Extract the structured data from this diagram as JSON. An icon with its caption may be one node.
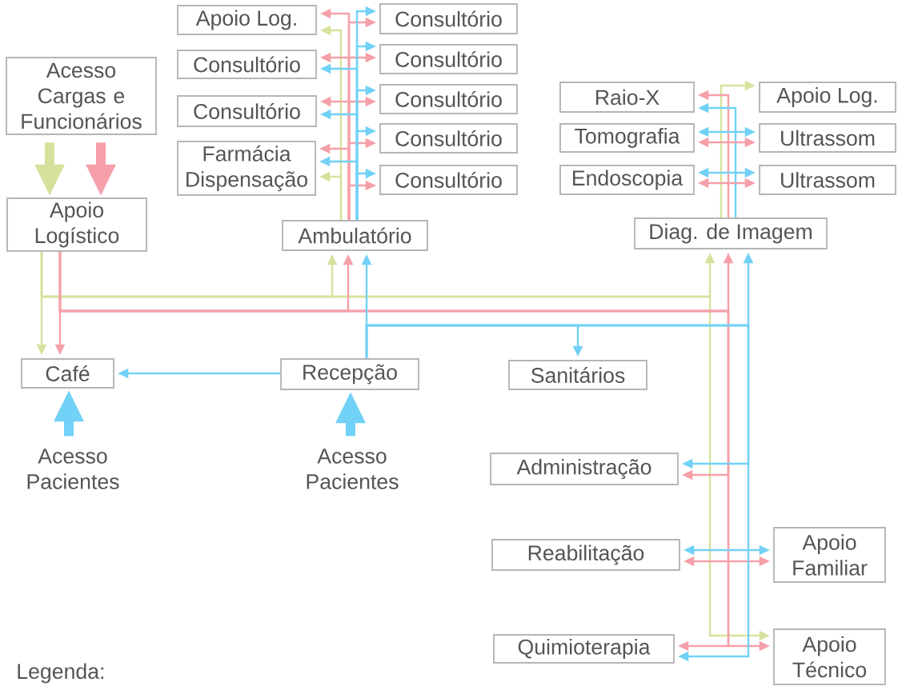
{
  "diagram": {
    "nodes": [
      {
        "text": [
          "Acesso Cargas e Funcionários"
        ]
      },
      {
        "text": [
          "Apoio Logístico"
        ]
      },
      {
        "text": [
          "Café"
        ]
      },
      {
        "text": [
          "Recepção"
        ]
      },
      {
        "text": [
          "Acesso Pacientes"
        ]
      },
      {
        "text": [
          "Acesso Pacientes"
        ]
      },
      {
        "text": [
          "Sanitários"
        ]
      },
      {
        "text": [
          "Ambulatório"
        ]
      },
      {
        "text": [
          "Apoio Log."
        ]
      },
      {
        "text": [
          "Consultório"
        ]
      },
      {
        "text": [
          "Consultório"
        ]
      },
      {
        "text": [
          "Consultório"
        ]
      },
      {
        "text": [
          "Consultório"
        ]
      },
      {
        "text": [
          "Consultório"
        ]
      },
      {
        "text": [
          "Farmácia Dispensação"
        ]
      },
      {
        "text": [
          "Consultório"
        ]
      },
      {
        "text": [
          "Consultório"
        ]
      },
      {
        "text": [
          "Diag. de Imagem"
        ]
      },
      {
        "text": [
          "Raio-X"
        ]
      },
      {
        "text": [
          "Apoio Log."
        ]
      },
      {
        "text": [
          "Tomografia"
        ]
      },
      {
        "text": [
          "Ultrassom"
        ]
      },
      {
        "text": [
          "Endoscopia"
        ]
      },
      {
        "text": [
          "Ultrassom"
        ]
      },
      {
        "text": [
          "Administração"
        ]
      },
      {
        "text": [
          "Reabilitação"
        ]
      },
      {
        "text": [
          "Apoio Familiar"
        ]
      },
      {
        "text": [
          "Quimioterapia"
        ]
      },
      {
        "text": [
          "Apoio Técnico"
        ]
      }
    ],
    "edges": [
      {
        "from": 0,
        "to": 1,
        "arrow": "to",
        "style": "thick",
        "color": "#d6e29c"
      },
      {
        "from": 0,
        "to": 1,
        "arrow": "to",
        "style": "thick",
        "color": "#f5a0a9"
      },
      {
        "from": 4,
        "to": 2,
        "arrow": "to",
        "style": "thick",
        "color": "#72d1f6"
      },
      {
        "from": 5,
        "to": 3,
        "arrow": "to",
        "style": "thick",
        "color": "#72d1f6"
      },
      {
        "from": 3,
        "to": 2,
        "arrow": "to",
        "color": "#72d1f6"
      },
      {
        "from": 1,
        "to": 2,
        "arrow": "to",
        "color": "#d6e29c"
      },
      {
        "from": 1,
        "to": 2,
        "arrow": "to",
        "color": "#f5a0a9"
      },
      {
        "from": 1,
        "to": 7,
        "arrow": "to",
        "color": "#d6e29c"
      },
      {
        "from": 1,
        "to": 17,
        "arrow": "to",
        "color": "#d6e29c"
      },
      {
        "from": 1,
        "to": 28,
        "arrow": "to",
        "color": "#d6e29c"
      },
      {
        "from": 1,
        "to": 7,
        "arrow": "to",
        "color": "#f5a0a9"
      },
      {
        "from": 1,
        "to": 17,
        "arrow": "to",
        "color": "#f5a0a9"
      },
      {
        "from": 1,
        "to": 24,
        "arrow": "to",
        "color": "#f5a0a9"
      },
      {
        "from": 1,
        "to": 27,
        "arrow": "to",
        "color": "#f5a0a9"
      },
      {
        "from": 1,
        "to": 28,
        "arrow": "to",
        "color": "#f5a0a9"
      },
      {
        "from": 25,
        "to": 26,
        "arrow": "both",
        "color": "#72d1f6"
      },
      {
        "from": 25,
        "to": 26,
        "arrow": "both",
        "color": "#f5a0a9"
      },
      {
        "from": 3,
        "to": 7,
        "arrow": "to",
        "color": "#72d1f6"
      },
      {
        "from": 3,
        "to": 6,
        "arrow": "to",
        "color": "#72d1f6"
      },
      {
        "from": 3,
        "to": 17,
        "arrow": "to",
        "color": "#72d1f6"
      },
      {
        "from": 3,
        "to": 24,
        "arrow": "to",
        "color": "#72d1f6"
      },
      {
        "from": 3,
        "to": 27,
        "arrow": "to",
        "color": "#72d1f6"
      },
      {
        "from": 7,
        "to": 8,
        "arrow": "to",
        "color": "#d6e29c"
      },
      {
        "from": 7,
        "to": 14,
        "arrow": "to",
        "color": "#d6e29c"
      },
      {
        "from": 7,
        "to": 8,
        "arrow": "to",
        "color": "#f5a0a9"
      },
      {
        "from": 7,
        "to": 9,
        "arrow": "to",
        "color": "#f5a0a9"
      },
      {
        "from": 7,
        "to": 10,
        "arrow": "to",
        "color": "#f5a0a9"
      },
      {
        "from": 7,
        "to": 11,
        "arrow": "to",
        "color": "#f5a0a9"
      },
      {
        "from": 7,
        "to": 12,
        "arrow": "to",
        "color": "#f5a0a9"
      },
      {
        "from": 7,
        "to": 13,
        "arrow": "to",
        "color": "#f5a0a9"
      },
      {
        "from": 7,
        "to": 14,
        "arrow": "to",
        "color": "#f5a0a9"
      },
      {
        "from": 7,
        "to": 15,
        "arrow": "to",
        "color": "#f5a0a9"
      },
      {
        "from": 7,
        "to": 16,
        "arrow": "to",
        "color": "#f5a0a9"
      },
      {
        "from": 7,
        "to": 9,
        "arrow": "to",
        "color": "#72d1f6"
      },
      {
        "from": 7,
        "to": 10,
        "arrow": "to",
        "color": "#72d1f6"
      },
      {
        "from": 7,
        "to": 11,
        "arrow": "to",
        "color": "#72d1f6"
      },
      {
        "from": 7,
        "to": 12,
        "arrow": "to",
        "color": "#72d1f6"
      },
      {
        "from": 7,
        "to": 13,
        "arrow": "to",
        "color": "#72d1f6"
      },
      {
        "from": 7,
        "to": 14,
        "arrow": "to",
        "color": "#72d1f6"
      },
      {
        "from": 7,
        "to": 15,
        "arrow": "to",
        "color": "#72d1f6"
      },
      {
        "from": 7,
        "to": 16,
        "arrow": "to",
        "color": "#72d1f6"
      },
      {
        "from": 17,
        "to": 19,
        "arrow": "to",
        "color": "#d6e29c"
      },
      {
        "from": 17,
        "to": 18,
        "arrow": "to",
        "color": "#f5a0a9"
      },
      {
        "from": 17,
        "to": 18,
        "arrow": "to",
        "color": "#72d1f6"
      },
      {
        "from": 20,
        "to": 21,
        "arrow": "both",
        "color": "#72d1f6"
      },
      {
        "from": 20,
        "to": 21,
        "arrow": "both",
        "color": "#f5a0a9"
      },
      {
        "from": 22,
        "to": 23,
        "arrow": "both",
        "color": "#72d1f6"
      },
      {
        "from": 22,
        "to": 23,
        "arrow": "both",
        "color": "#f5a0a9"
      }
    ],
    "labels": [
      "Legenda:"
    ]
  }
}
